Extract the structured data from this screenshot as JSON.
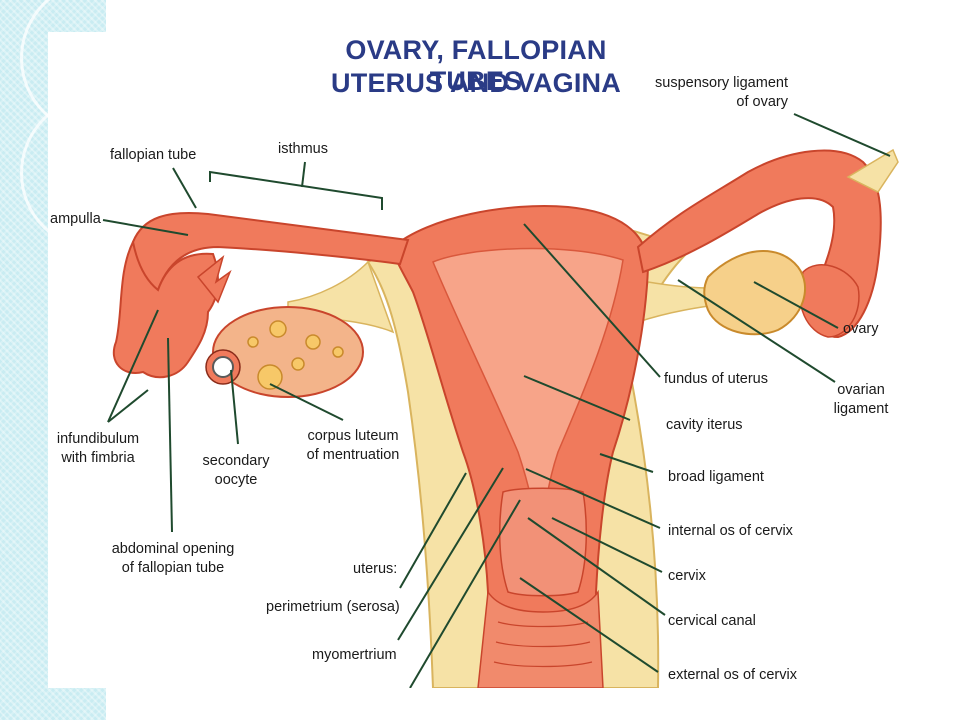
{
  "title": {
    "line1": "OVARY, FALLOPIAN TUBES",
    "line2": "UTERUS AND VAGINA"
  },
  "labels": {
    "suspensory_ligament_1": "suspensory ligament",
    "suspensory_ligament_2": "of ovary",
    "isthmus": "isthmus",
    "fallopian_tube": "fallopian tube",
    "ampulla": "ampulla",
    "infundibulum_1": "infundibulum",
    "infundibulum_2": "with fimbria",
    "secondary_oocyte_1": "secondary",
    "secondary_oocyte_2": "oocyte",
    "corpus_luteum_1": "corpus luteum",
    "corpus_luteum_2": "of mentruation",
    "abdominal_opening_1": "abdominal opening",
    "abdominal_opening_2": "of fallopian tube",
    "uterus": "uterus:",
    "perimetrium": "perimetrium (serosa)",
    "myometrium": "myomertrium",
    "ovary": "ovary",
    "ovarian_ligament_1": "ovarian",
    "ovarian_ligament_2": "ligament",
    "fundus": "fundus of uterus",
    "cavity": "cavity iterus",
    "broad_ligament": "broad ligament",
    "internal_os": "internal os of cervix",
    "cervix": "cervix",
    "cervical_canal": "cervical canal",
    "external_os": "external os of cervix"
  },
  "colors": {
    "title": "#2a3b86",
    "tissue": "#f07a5c",
    "tissue_light": "#f7a489",
    "ligament": "#f6e2a6",
    "leader_line": "#1f4a2e",
    "side_strip": "#c9ecf2"
  }
}
